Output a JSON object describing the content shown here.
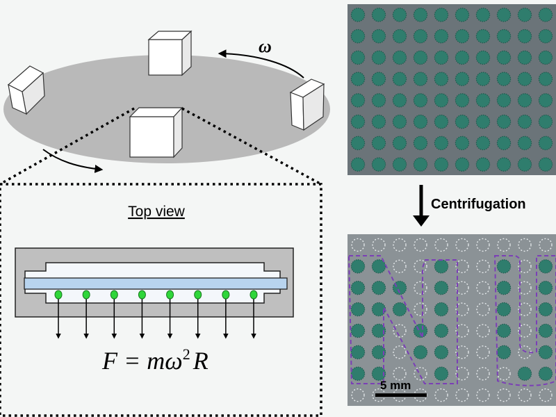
{
  "schematic": {
    "omega_symbol": "ω",
    "top_view_label": "Top view",
    "formula": {
      "lhs": "F = m",
      "omega": "ω",
      "exponent": "2",
      "rhs": "R"
    },
    "bead_count": 8,
    "colors": {
      "platform": "#b9b9b9",
      "housing": "#bfbfbf",
      "channel_inner": "#f4f7fb",
      "substrate": "#b8d4ef",
      "bead": "#2fd63a",
      "background": "#f4f6f5"
    }
  },
  "process": {
    "arrow_label": "Centrifugation"
  },
  "photo_before": {
    "grid_rows": 8,
    "grid_cols": 10,
    "dot_color": "#2f7d6d",
    "background": "#6b7479"
  },
  "photo_after": {
    "grid_rows": 8,
    "grid_cols": 10,
    "dot_color": "#2f7d6d",
    "background": "#8b9296",
    "scale_label": "5 mm",
    "outline_color": "#7b3fb6"
  }
}
